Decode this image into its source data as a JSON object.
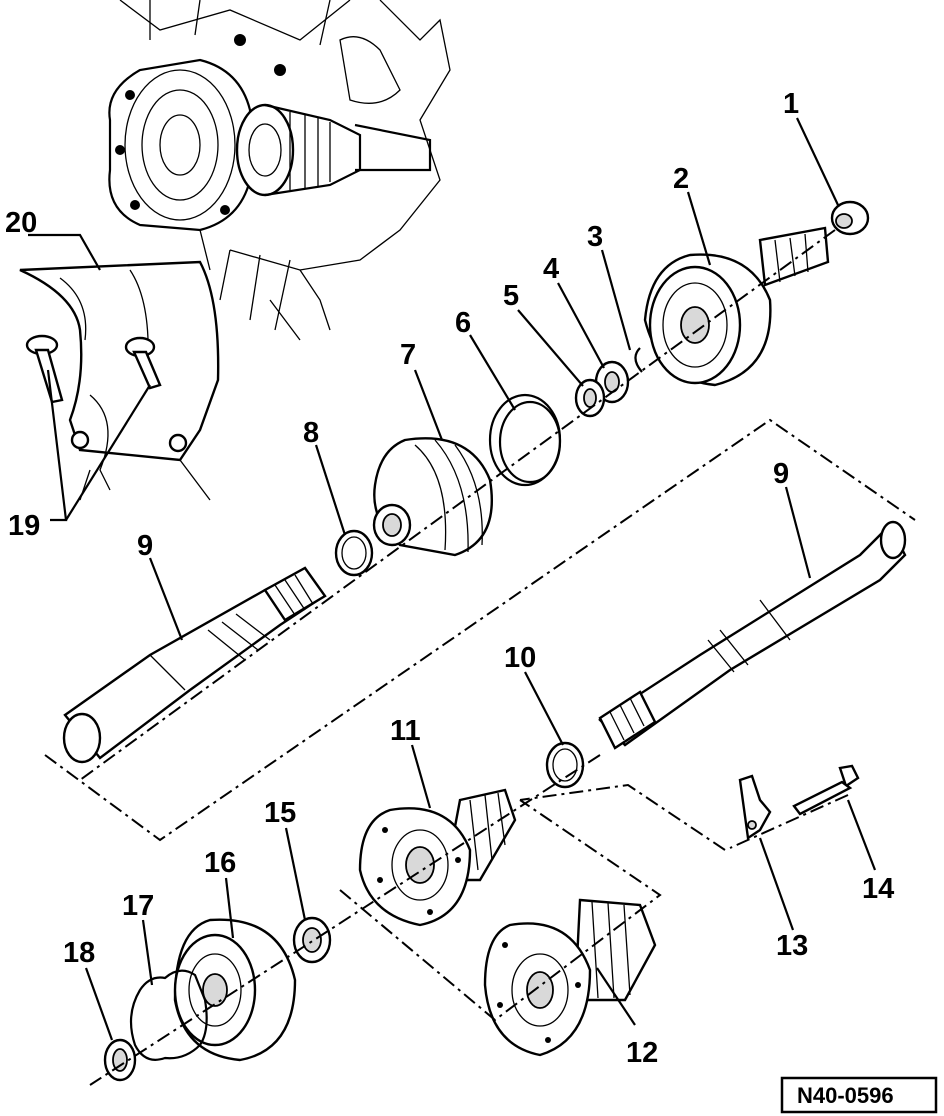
{
  "figure": {
    "code": "N40-0596",
    "callouts": [
      "1",
      "2",
      "3",
      "4",
      "5",
      "6",
      "7",
      "8",
      "9",
      "9",
      "10",
      "11",
      "12",
      "13",
      "14",
      "15",
      "16",
      "17",
      "18",
      "19",
      "20"
    ]
  },
  "parts": [
    {
      "number": "1",
      "icon": "nut-icon"
    },
    {
      "number": "2",
      "icon": "outer-cv-joint-icon"
    },
    {
      "number": "3",
      "icon": "circlip-icon"
    },
    {
      "number": "4",
      "icon": "thrust-washer-icon"
    },
    {
      "number": "5",
      "icon": "dished-washer-icon"
    },
    {
      "number": "6",
      "icon": "hose-clamp-icon"
    },
    {
      "number": "7",
      "icon": "outer-boot-icon"
    },
    {
      "number": "8",
      "icon": "boot-clamp-icon"
    },
    {
      "number": "9",
      "icon": "drive-shaft-icon"
    },
    {
      "number": "10",
      "icon": "boot-clamp-icon"
    },
    {
      "number": "11",
      "icon": "inner-boot-icon"
    },
    {
      "number": "12",
      "icon": "inner-boot-variant-icon"
    },
    {
      "number": "13",
      "icon": "lock-plate-icon"
    },
    {
      "number": "14",
      "icon": "bolt-icon"
    },
    {
      "number": "15",
      "icon": "dished-washer-icon"
    },
    {
      "number": "16",
      "icon": "inner-cv-joint-icon"
    },
    {
      "number": "17",
      "icon": "gasket-icon"
    },
    {
      "number": "18",
      "icon": "circlip-icon"
    },
    {
      "number": "19",
      "icon": "bolt-icon"
    },
    {
      "number": "20",
      "icon": "heat-shield-icon"
    }
  ]
}
